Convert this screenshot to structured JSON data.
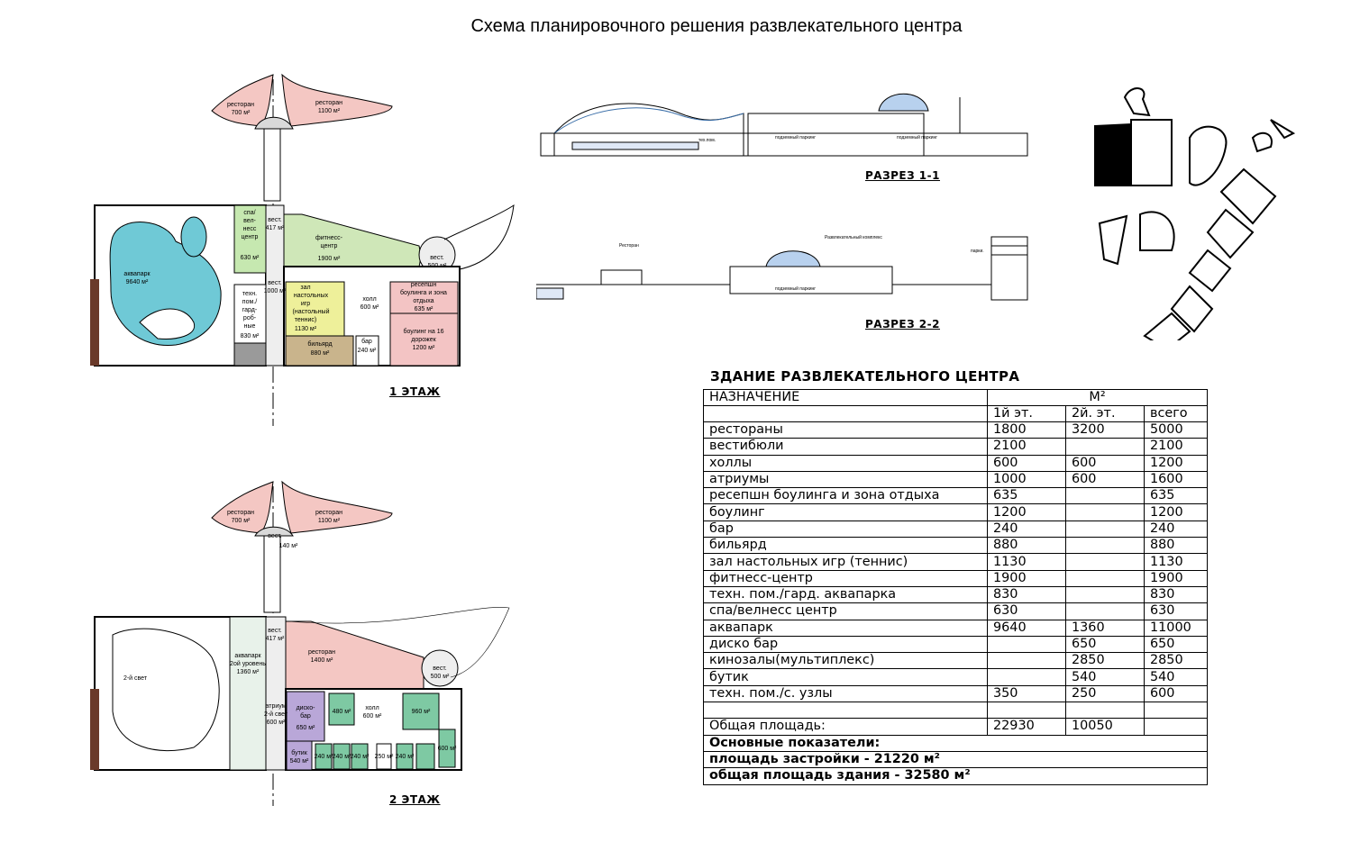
{
  "title": "Схема планировочного решения развлекательного центра",
  "plan1": {
    "caption": "1 ЭТАЖ",
    "labels": {
      "rest_left": [
        "ресторан",
        "700 м²"
      ],
      "rest_right": [
        "ресторан",
        "1100 м²"
      ],
      "spa": [
        "спа/",
        "вел-",
        "несс",
        "центр",
        "630 м²"
      ],
      "vest_top": [
        "вест.",
        "417 м²"
      ],
      "fitness": [
        "фитнесс-",
        "центр",
        "1900 м²"
      ],
      "vest_right": [
        "вест.",
        "500 м²"
      ],
      "aquapark": [
        "аквапарк",
        "9640 м²"
      ],
      "tech": [
        "техн.",
        "пом./",
        "гард-",
        "роб-",
        "ные",
        "830 м²"
      ],
      "tennis": [
        "зал",
        "настольных",
        "игр",
        "(настольный",
        "теннис)",
        "1130 м²"
      ],
      "holl": [
        "холл",
        "600 м²"
      ],
      "reception": [
        "ресепшн",
        "боулинга и зона",
        "отдыха",
        "635 м²"
      ],
      "bowling": [
        "боулинг на 16",
        "дорожек",
        "1200 м²"
      ],
      "billiard": [
        "бильярд",
        "880 м²"
      ],
      "bar": [
        "бар",
        "240 м²"
      ],
      "vest_mid": [
        "вест.",
        "1000 м²"
      ]
    }
  },
  "plan2": {
    "caption": "2 ЭТАЖ",
    "labels": {
      "rest_left": [
        "ресторан",
        "700 м²"
      ],
      "rest_right": [
        "ресторан",
        "1100 м²"
      ],
      "vest_top": [
        "вест.",
        "140 м²"
      ],
      "vest_left": [
        "вест.",
        "417 м²"
      ],
      "light": [
        "2-й свет"
      ],
      "aqua2": [
        "аквапарк",
        "2ой уровень",
        "1360 м²"
      ],
      "atrium": [
        "атриум",
        "2-й свет",
        "600 м²"
      ],
      "restaurant": [
        "ресторан",
        "1400 м²"
      ],
      "vest_right": [
        "вест.",
        "500 м²"
      ],
      "disco": [
        "диско-",
        "бар",
        "650 м²"
      ],
      "holl": [
        "холл",
        "600 м²"
      ],
      "butik": [
        "бутик",
        "540 м²"
      ],
      "cinema_big": [
        "480 м²"
      ],
      "cinema_r": [
        "960 м²"
      ],
      "cinema_r2": [
        "600 м²"
      ],
      "cinema_small": [
        "240 м²",
        "240 м²",
        "240 м²",
        "250 м²",
        "240 м²"
      ]
    }
  },
  "sections": {
    "s1_caption": "РАЗРЕЗ 1-1",
    "s2_caption": "РАЗРЕЗ 2-2",
    "s1_labels": [
      "подземный паркинг",
      "подземный паркинг",
      "тех.пом."
    ],
    "s2_labels": [
      "Ресторан",
      "Развлекательный комплекс",
      "подземный паркинг",
      "парки."
    ]
  },
  "table": {
    "title": "ЗДАНИЕ  РАЗВЛЕКАТЕЛЬНОГО ЦЕНТРА",
    "col_head": "НАЗНАЧЕНИЕ",
    "unit": "М²",
    "sub_heads": [
      "1й эт.",
      "2й. эт.",
      "всего"
    ],
    "rows": [
      [
        "рестораны",
        "1800",
        "3200",
        "5000"
      ],
      [
        "вестибюли",
        "2100",
        "",
        "2100"
      ],
      [
        "холлы",
        "600",
        "600",
        "1200"
      ],
      [
        "атриумы",
        "1000",
        "600",
        "1600"
      ],
      [
        "ресепшн боулинга и зона отдыха",
        "635",
        "",
        "635"
      ],
      [
        "боулинг",
        "1200",
        "",
        "1200"
      ],
      [
        "бар",
        "240",
        "",
        "240"
      ],
      [
        "бильярд",
        "880",
        "",
        "880"
      ],
      [
        "зал настольных игр (теннис)",
        "1130",
        "",
        "1130"
      ],
      [
        "фитнесс-центр",
        "1900",
        "",
        "1900"
      ],
      [
        "техн. пом./гард. аквапарка",
        "830",
        "",
        "830"
      ],
      [
        "спа/велнесс центр",
        "630",
        "",
        "630"
      ],
      [
        "аквапарк",
        "9640",
        "1360",
        "11000"
      ],
      [
        "диско бар",
        "",
        "650",
        "650"
      ],
      [
        "кинозалы(мультиплекс)",
        "",
        "2850",
        "2850"
      ],
      [
        "бутик",
        "",
        "540",
        "540"
      ],
      [
        "техн. пом./с. узлы",
        "350",
        "250",
        "600"
      ]
    ],
    "total_label": "Общая площадь:",
    "total_1": "22930",
    "total_2": "10050",
    "indicators_title": "Основные показатели:",
    "indicator_1": "площадь застройки - 21220 м²",
    "indicator_2": "общая площадь здания - 32580 м²"
  },
  "colors": {
    "restaurant": "#f4c7c3",
    "spa": "#c6e8b0",
    "fitness": "#cfe7b8",
    "water": "#6fc9d6",
    "tennis": "#eef09a",
    "billiard": "#c9b48c",
    "bowling": "#f3c4c4",
    "disco": "#b9a7d8",
    "butik": "#b9a7d8",
    "cinema": "#7ec9a3",
    "grey": "#9a9a9a"
  }
}
